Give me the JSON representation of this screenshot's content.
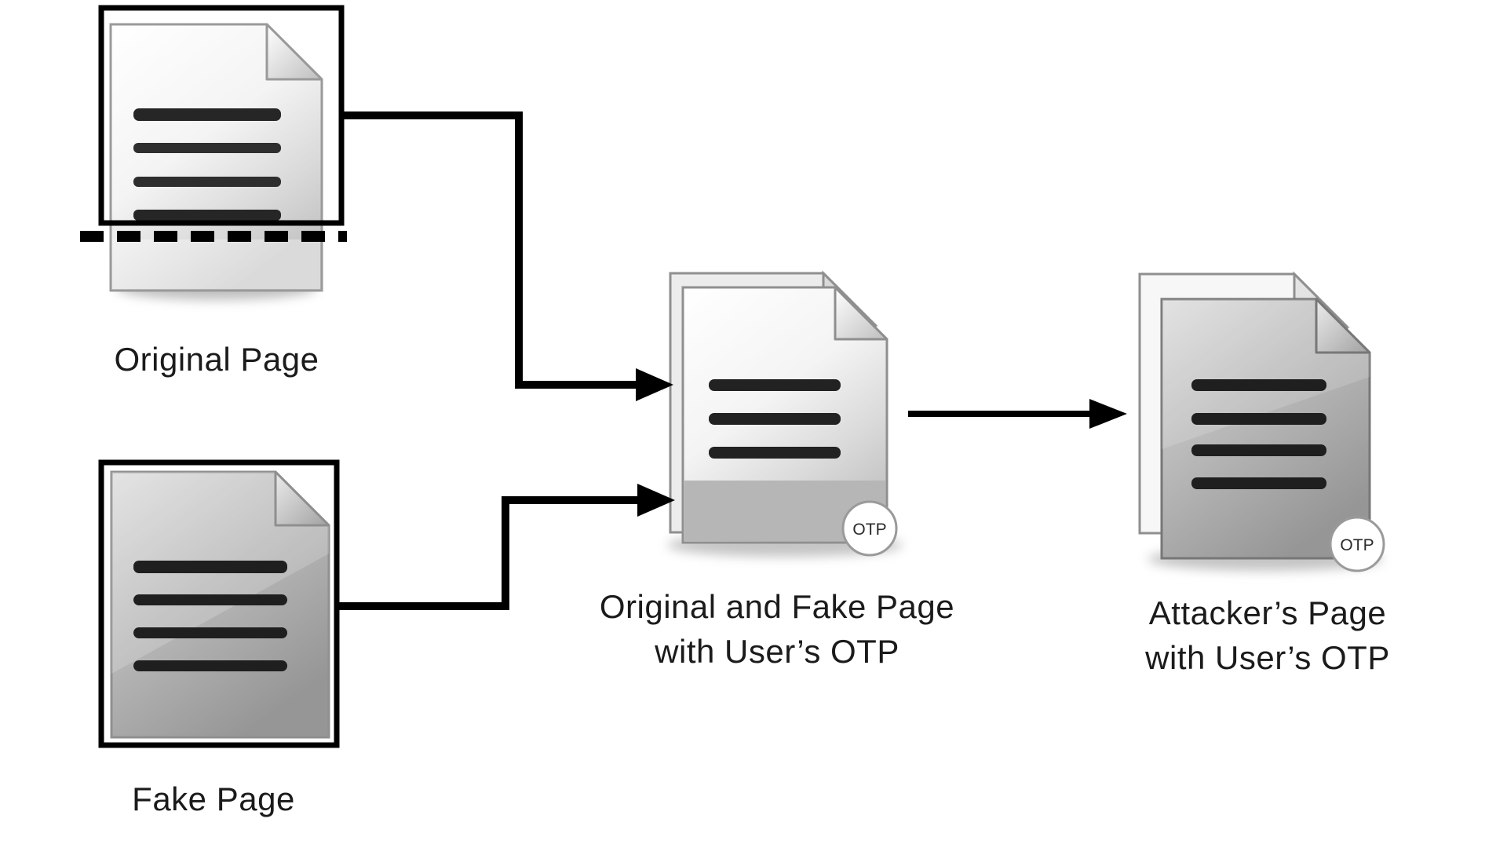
{
  "diagram": {
    "nodes": {
      "original_page": {
        "label": "Original Page"
      },
      "fake_page": {
        "label": "Fake Page"
      },
      "combined_page": {
        "label_line1": "Original and Fake Page",
        "label_line2": "with User’s OTP",
        "badge": "OTP"
      },
      "attacker_page": {
        "label_line1": "Attacker’s Page",
        "label_line2": "with User’s OTP",
        "badge": "OTP"
      }
    },
    "colors": {
      "background": "#ffffff",
      "arrow": "#000000",
      "frame": "#000000",
      "page_light_top": "#ffffff",
      "page_light_bottom": "#c6c6c6",
      "page_dark_top": "#dedede",
      "page_dark_bottom": "#969696",
      "text": "#1b1b1b"
    }
  }
}
